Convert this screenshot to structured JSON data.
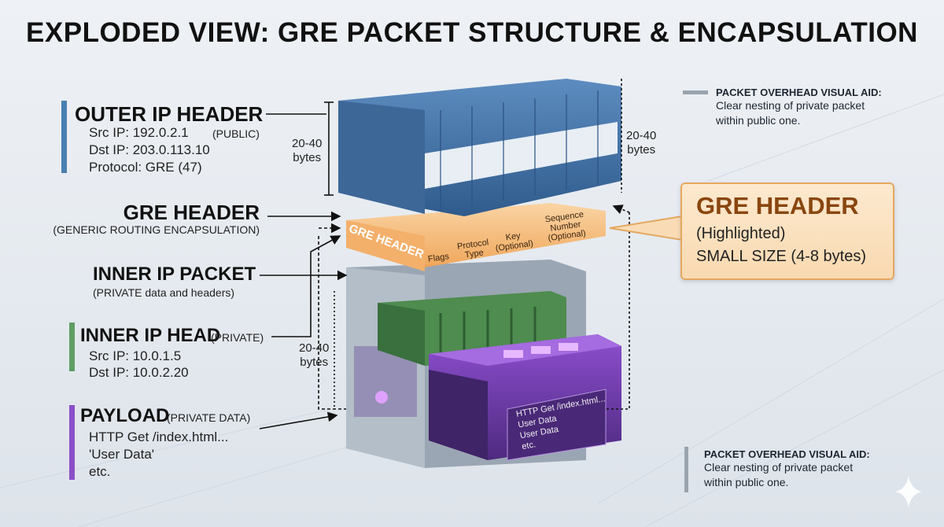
{
  "title": {
    "bold": "EXPLODED VIEW:",
    "rest": "GRE PACKET STRUCTURE & ENCAPSULATION"
  },
  "outer_ip": {
    "title": "OUTER IP HEADER",
    "src": "Src IP: 192.0.2.1",
    "tag": "(PUBLIC)",
    "dst": "Dst IP: 203.0.113.10",
    "protocol": "Protocol: GRE (47)",
    "size": "20-40",
    "size_unit": "bytes",
    "color": "#4a7fb0"
  },
  "gre": {
    "title": "GRE HEADER",
    "subtitle": "(GENERIC ROUTING ENCAPSULATION)",
    "slab_label": "GRE HEADER",
    "fields": [
      "Flags",
      "Protocol Type",
      "Key (Optional)",
      "Sequence Number (Optional)"
    ]
  },
  "inner_packet": {
    "title": "INNER IP PACKET",
    "subtitle": "(PRIVATE data and headers)"
  },
  "inner_ip": {
    "title": "INNER IP HEAD",
    "tag": "(PRIVATE)",
    "src": "Src IP: 10.0.1.5",
    "dst": "Dst IP: 10.0.2.20",
    "size": "20-40",
    "size_unit": "bytes",
    "color": "#5f9e63"
  },
  "payload": {
    "title": "PAYLOAD",
    "tag": "(PRIVATE DATA)",
    "lines": [
      "HTTP Get /index.html...",
      "'User Data'",
      "etc."
    ],
    "container_lines": [
      "HTTP Get /index.html...",
      "User Data",
      "User Data",
      "etc."
    ],
    "color": "#8b4fc8"
  },
  "right_size": {
    "size": "20-40",
    "unit": "bytes"
  },
  "callout": {
    "title": "GRE HEADER",
    "line1": "(Highlighted)",
    "line2": "SMALL SIZE (4-8 bytes)"
  },
  "note_top": {
    "title": "PACKET OVERHEAD VISUAL AID:",
    "line1": "Clear nesting of private packet",
    "line2": "within public one."
  },
  "note_bottom": {
    "title": "PACKET OVERHEAD VISUAL AID:",
    "line1": "Clear nesting of private packet",
    "line2": "within public one."
  }
}
